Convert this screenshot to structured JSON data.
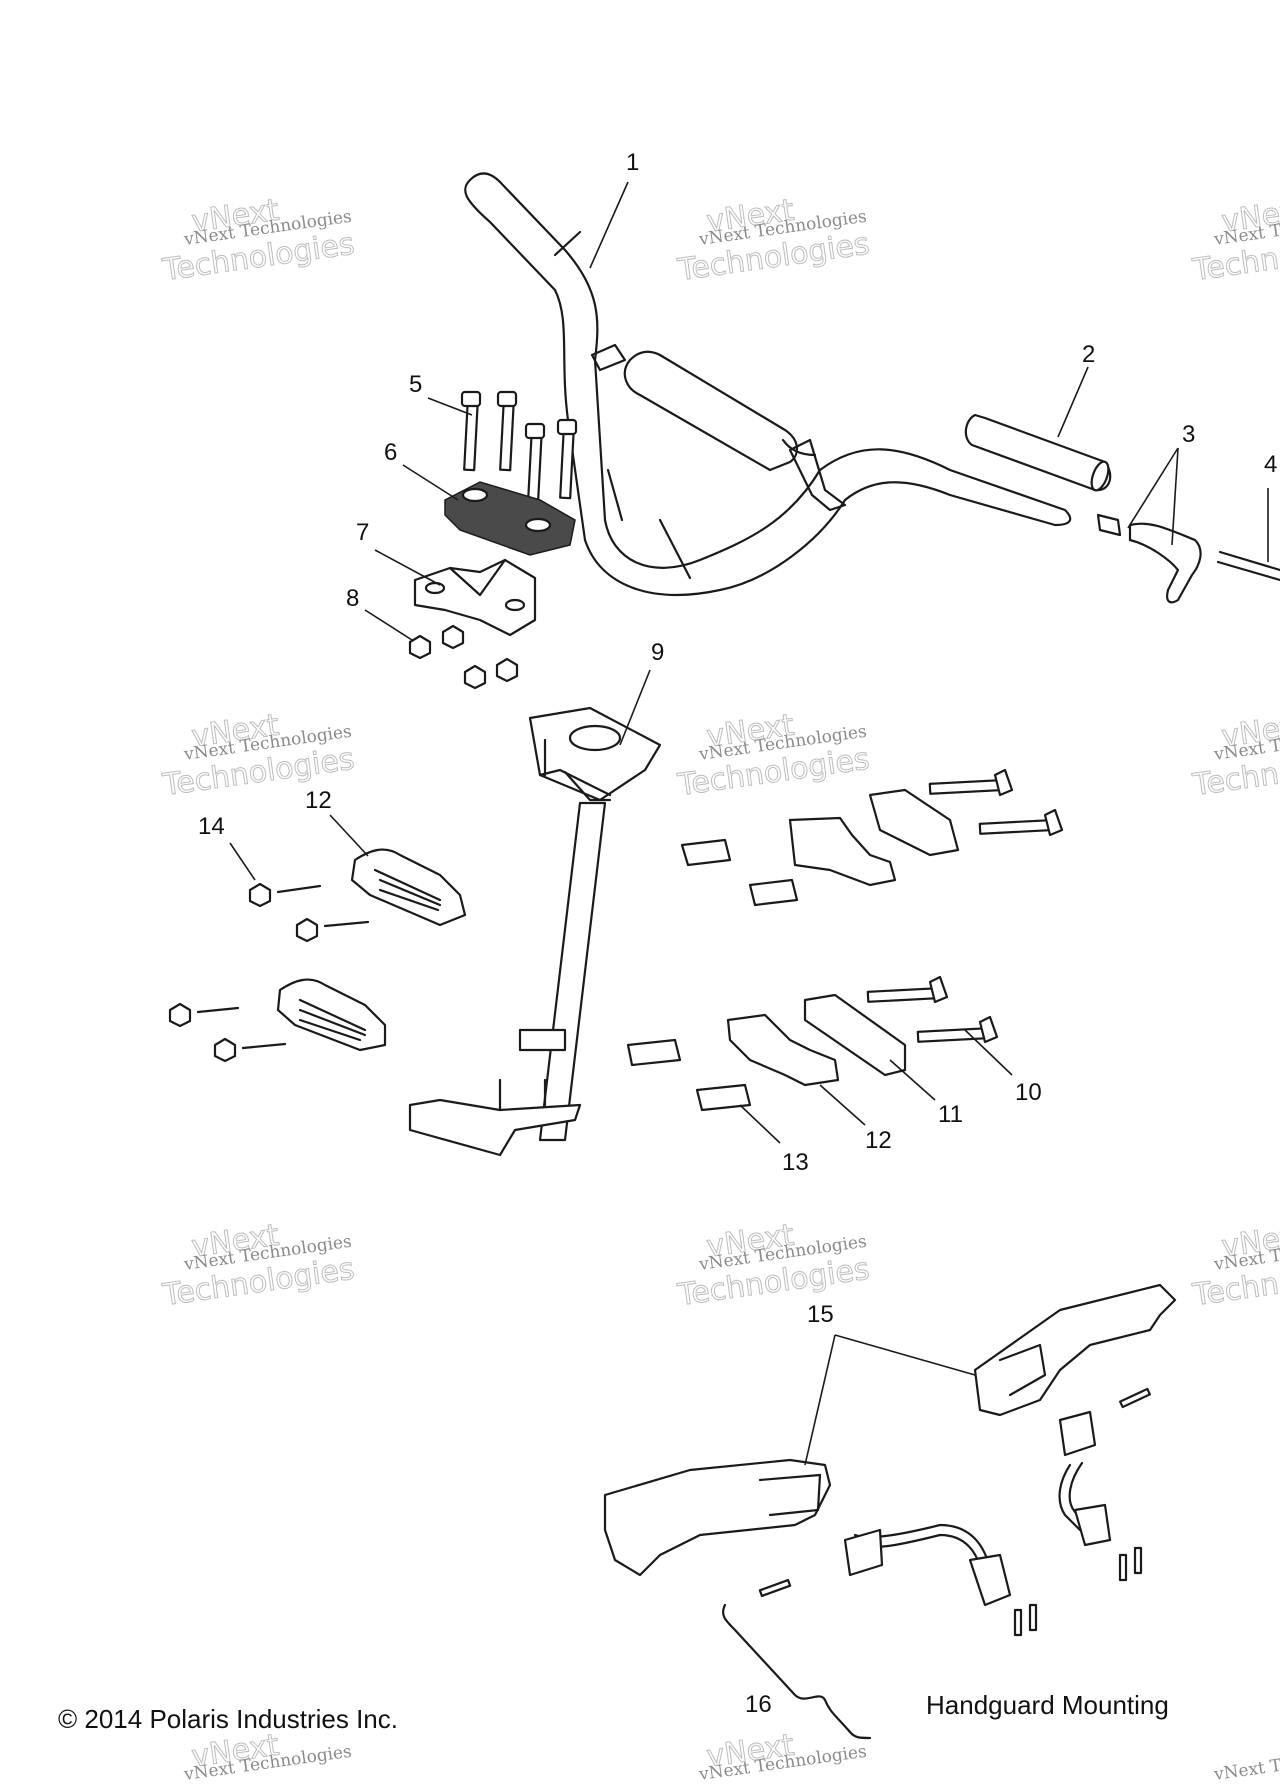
{
  "callouts": [
    {
      "label": "1"
    },
    {
      "label": "2"
    },
    {
      "label": "3"
    },
    {
      "label": "4"
    },
    {
      "label": "5"
    },
    {
      "label": "6"
    },
    {
      "label": "7"
    },
    {
      "label": "8"
    },
    {
      "label": "9"
    },
    {
      "label": "10"
    },
    {
      "label": "11"
    },
    {
      "label": "12"
    },
    {
      "label": "12"
    },
    {
      "label": "13"
    },
    {
      "label": "14"
    },
    {
      "label": "15"
    },
    {
      "label": "16"
    }
  ],
  "watermark": {
    "line1": "vNext Technologies",
    "line2": "vNext",
    "line3": "Technologies"
  },
  "copyright": "© 2014 Polaris Industries Inc.",
  "section_caption": "Handguard Mounting"
}
